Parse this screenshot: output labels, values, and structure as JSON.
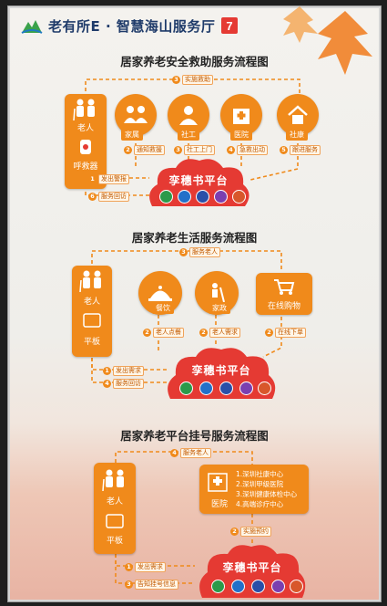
{
  "header": {
    "title": "老有所E · 智慧海山服务厅",
    "icon_logo": "mountain-logo-icon",
    "icon_badge": "number-seven-badge-icon"
  },
  "colors": {
    "accent": "#f08a1b",
    "cloud": "#e53a33",
    "title": "#1f3b6a",
    "dash": "#f08a1b"
  },
  "platform_label": "孪穗书平台",
  "section1": {
    "title": "居家养老安全救助服务流程图",
    "nodes": {
      "elder": "老人",
      "alarm": "呼救器",
      "family": "家属",
      "social_worker": "社工",
      "hospital": "医院",
      "community": "社康"
    },
    "steps": {
      "s1": "发出警报",
      "s2": "通知救援",
      "s3": "社工上门",
      "s4": "急救出动",
      "s5": "跟进服务",
      "s6": "服务回访",
      "s3_top": "实施救助"
    },
    "step_numbers": {
      "s1": "1",
      "s2": "2",
      "s3": "3",
      "s4": "4",
      "s5": "5",
      "s6": "6",
      "s3_top": "3"
    }
  },
  "section2": {
    "title": "居家养老生活服务流程图",
    "nodes": {
      "elder": "老人",
      "tablet": "平板",
      "catering": "餐饮",
      "housekeeping": "家政",
      "shopping": "在线购物"
    },
    "steps": {
      "top": "服务老人",
      "b1": "老人点餐",
      "b2": "老人需求",
      "b3": "在线下单",
      "l1": "发出需求",
      "l2": "服务回访"
    },
    "step_numbers": {
      "top": "3",
      "b1": "2",
      "b2": "2",
      "b3": "2",
      "l1": "1",
      "l2": "4"
    }
  },
  "section3": {
    "title": "居家养老平台挂号服务流程图",
    "nodes": {
      "elder": "老人",
      "tablet": "平板",
      "hospital": "医院"
    },
    "hospital_list": [
      "1.深圳社康中心",
      "2.深圳甲级医院",
      "3.深圳健康体检中心",
      "4.高端诊疗中心"
    ],
    "steps": {
      "top": "服务老人",
      "mid": "实施预约",
      "l1": "发出需求",
      "l2": "告知挂号信息"
    },
    "step_numbers": {
      "top": "4",
      "mid": "2",
      "l1": "1",
      "l2": "3"
    }
  }
}
